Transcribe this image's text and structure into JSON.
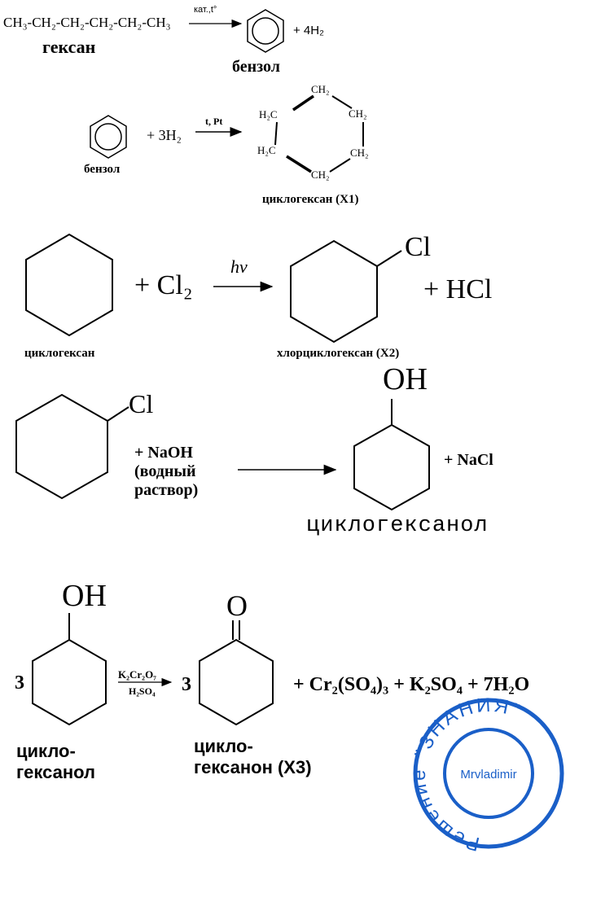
{
  "reaction1": {
    "reactant": "CH₃-CH₂-CH₂-CH₂-CH₂-CH₃",
    "reactant_name": "гексан",
    "conditions": "кат.,t°",
    "product_name": "бензол",
    "byproduct": "+ 4H₂"
  },
  "reaction2": {
    "reactant_name": "бензол",
    "reagent": "+ 3H₂",
    "conditions": "t, Pt",
    "ring_labels": [
      "CH₂",
      "H₂C",
      "CH₂",
      "H₂C",
      "CH₂",
      "CH₂"
    ],
    "product_name": "циклогексан (X1)"
  },
  "reaction3": {
    "reagent": "+ Cl₂",
    "conditions": "hv",
    "substituent": "Cl",
    "byproduct": "+ HCl",
    "reactant_name": "циклогексан",
    "product_name": "хлорциклогексан (X2)"
  },
  "reaction4": {
    "substituent": "Cl",
    "reagent": "+ NaOH\n(водный\nраствор)",
    "product_group": "OH",
    "byproduct": "+ NaCl",
    "product_name": "циклогексанол"
  },
  "reaction5": {
    "reactant_group": "OH",
    "coef_reactant": "3",
    "oxidant": "K₂Cr₂O₇",
    "acid": "H₂SO₄",
    "coef_product": "3",
    "product_group": "O",
    "byproducts": "+ Cr₂(SO₄)₃ + K₂SO₄ + 7H₂O",
    "reactant_name": "цикло-\nгексанол",
    "product_name": "цикло-\nгексанон (X3)"
  },
  "stamp": {
    "outer_text": "Решение \"ЗНАНИЯ\"",
    "inner_text": "Mrvladimir",
    "color": "#1a5fc8"
  }
}
